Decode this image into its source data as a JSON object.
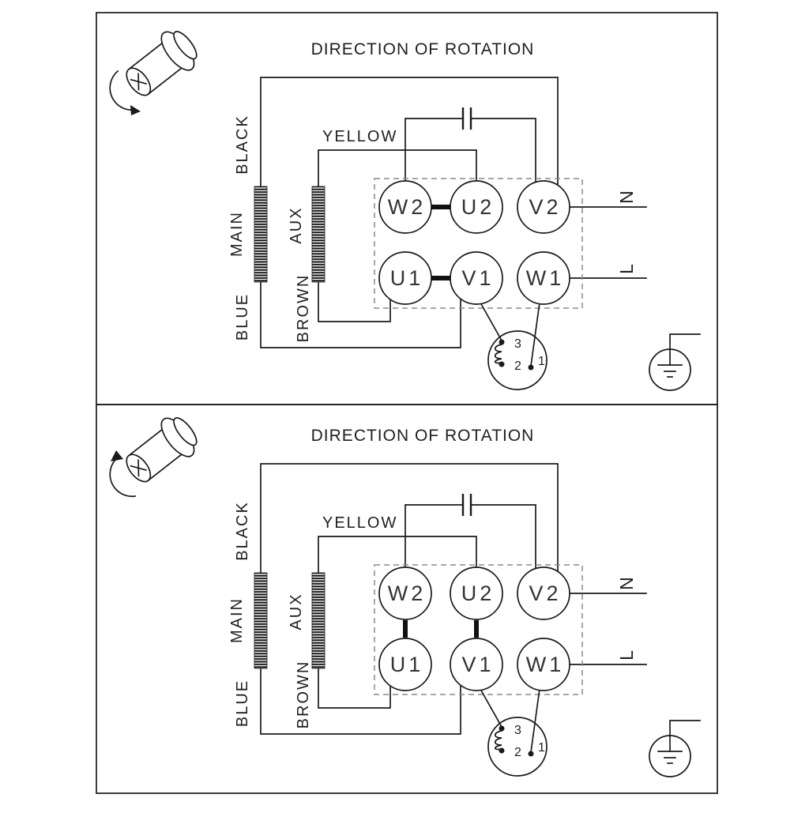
{
  "colors": {
    "line": "#1a1a1a",
    "dashed_box": "#8a8a8a",
    "background": "#ffffff"
  },
  "panels": [
    {
      "title": "DIRECTION OF ROTATION",
      "rotation_arrow": "down",
      "labels": {
        "black": "BLACK",
        "yellow": "YELLOW",
        "main": "MAIN",
        "aux": "AUX",
        "brown": "BROWN",
        "blue": "BLUE"
      },
      "terminals": {
        "w2": "W2",
        "u2": "U2",
        "v2": "V2",
        "u1": "U1",
        "v1": "V1",
        "w1": "W1"
      },
      "power": {
        "n": "N",
        "l": "L"
      },
      "thermal": {
        "t3": "3",
        "t2": "2",
        "t1": "1"
      },
      "links": [
        "W2-U2",
        "U1-V1"
      ]
    },
    {
      "title": "DIRECTION OF ROTATION",
      "rotation_arrow": "up",
      "labels": {
        "black": "BLACK",
        "yellow": "YELLOW",
        "main": "MAIN",
        "aux": "AUX",
        "brown": "BROWN",
        "blue": "BLUE"
      },
      "terminals": {
        "w2": "W2",
        "u2": "U2",
        "v2": "V2",
        "u1": "U1",
        "v1": "V1",
        "w1": "W1"
      },
      "power": {
        "n": "N",
        "l": "L"
      },
      "thermal": {
        "t3": "3",
        "t2": "2",
        "t1": "1"
      },
      "links": [
        "W2-U1",
        "U2-V1"
      ]
    }
  ]
}
